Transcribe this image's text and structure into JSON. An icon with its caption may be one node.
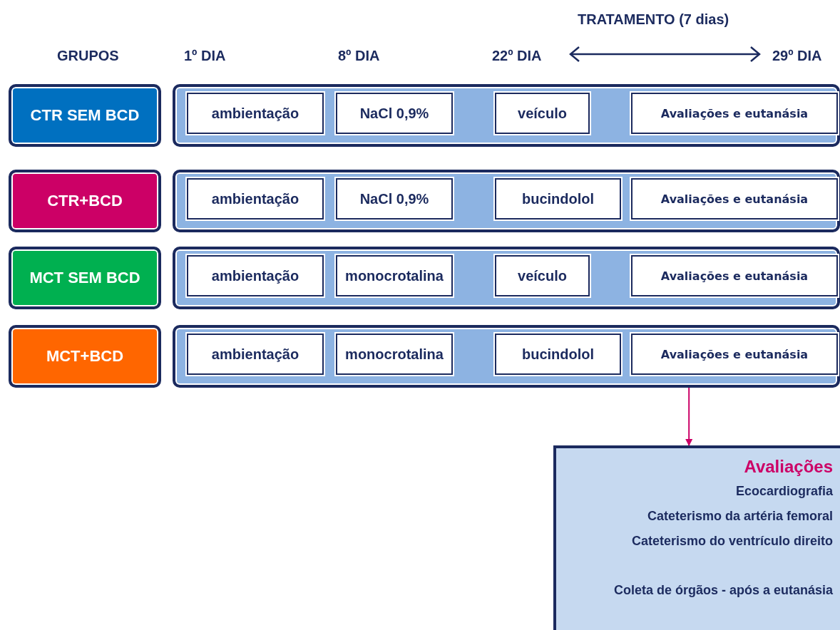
{
  "diagram": {
    "nodes": [
      {
        "text": [
          "CTR SEM BCD"
        ]
      },
      {
        "text": [],
        "shape": "bar"
      },
      {
        "text": [
          "ambientação"
        ],
        "in": 1
      },
      {
        "text": [
          "NaCl 0,9%"
        ],
        "in": 1
      },
      {
        "text": [
          "veículo"
        ],
        "in": 1
      },
      {
        "text": [
          "Avaliações e eutanásia"
        ],
        "in": 1
      },
      {
        "text": [
          "CTR+BCD"
        ]
      },
      {
        "text": [],
        "shape": "bar"
      },
      {
        "text": [
          "ambientação"
        ],
        "in": 7
      },
      {
        "text": [
          "NaCl 0,9%"
        ],
        "in": 7
      },
      {
        "text": [
          "bucindolol"
        ],
        "in": 7
      },
      {
        "text": [
          "Avaliações e eutanásia"
        ],
        "in": 7
      },
      {
        "text": [
          "MCT SEM BCD"
        ]
      },
      {
        "text": [],
        "shape": "bar"
      },
      {
        "text": [
          "ambientação"
        ],
        "in": 13
      },
      {
        "text": [
          "monocrotalina"
        ],
        "in": 13
      },
      {
        "text": [
          "veículo"
        ],
        "in": 13
      },
      {
        "text": [
          "Avaliações e eutanásia"
        ],
        "in": 13
      },
      {
        "text": [
          "MCT+BCD"
        ]
      },
      {
        "text": [],
        "shape": "bar"
      },
      {
        "text": [
          "ambientação"
        ],
        "in": 19
      },
      {
        "text": [
          "monocrotalina"
        ],
        "in": 19
      },
      {
        "text": [
          "bucindolol"
        ],
        "in": 19
      },
      {
        "text": [
          "Avaliações e eutanásia"
        ],
        "in": 19
      },
      {
        "text": [
          "Avaliações",
          "Ecocardiografia",
          "Cateterismo da artéria femoral",
          "Cateterismo do ventrículo direito",
          "Coleta de órgãos - após a eutanásia"
        ]
      }
    ],
    "edges": [
      {
        "from": 23,
        "to": 24,
        "arrow": "to",
        "color": "#cc0066"
      }
    ],
    "labels": [
      "TRATAMENTO (7 dias)",
      "GRUPOS",
      "1º DIA",
      "8º DIA",
      "22º DIA",
      "29º DIA"
    ]
  }
}
